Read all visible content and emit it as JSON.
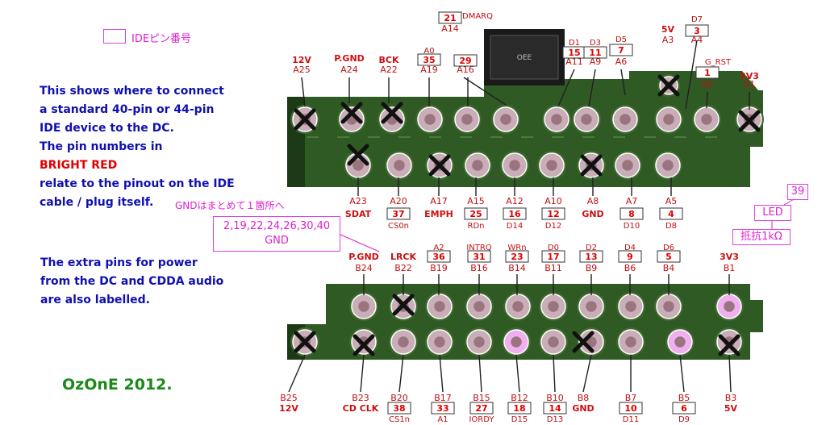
{
  "legend": {
    "label": "IDEピン番号"
  },
  "intro": {
    "lines": [
      "This shows where to connect",
      "a standard 40-pin or 44-pin",
      "IDE device to the DC.",
      "The pin numbers in",
      "BRIGHT RED",
      "relate to the pinout on the IDE",
      "cable / plug itself."
    ]
  },
  "extra": {
    "lines": [
      "The extra pins for power",
      "from the DC and CDDA audio",
      "are also labelled."
    ]
  },
  "credit": "OzOnE  2012.",
  "notes": {
    "gnd_merge": "GNDはまとめて１箇所へ",
    "gnd_pins": "2,19,22,24,26,30,40",
    "gnd_word": "GND",
    "led_pin": "39",
    "led": "LED",
    "resistor": "抵抗1kΩ"
  },
  "colors": {
    "pcb": "#2f5a24",
    "pcb_dark": "#1d3a16",
    "trace": "#4a7a3a",
    "pin_outer": "#c9aeb8",
    "pin_inner": "#9a7580",
    "pin_pink": "#f0b0f0",
    "ide_red": "#e00000",
    "signal_red": "#cc1010",
    "pink": "#e020d0",
    "blue": "#1010b0",
    "green": "#1a8a1a",
    "x_mark": "#111111"
  },
  "board_a": {
    "top_labels": [
      {
        "name": "12V",
        "pad": "A25",
        "ide": ""
      },
      {
        "name": "P.GND",
        "pad": "A24",
        "ide": ""
      },
      {
        "name": "BCK",
        "pad": "A22",
        "ide": ""
      },
      {
        "name": "A0",
        "pad": "A19",
        "ide": "35"
      },
      {
        "name": "",
        "pad": "A16",
        "ide": "29"
      },
      {
        "name": "DMARQ",
        "pad": "A14",
        "ide": "21"
      },
      {
        "name": "D1",
        "pad": "A11",
        "ide": "15"
      },
      {
        "name": "D3",
        "pad": "A9",
        "ide": "11"
      },
      {
        "name": "D5",
        "pad": "A6",
        "ide": "7"
      },
      {
        "name": "5V",
        "pad": "A3",
        "ide": ""
      },
      {
        "name": "D7",
        "pad": "A4",
        "ide": "3"
      },
      {
        "name": "G_RST",
        "pad": "A2",
        "ide": "1"
      },
      {
        "name": "3V3",
        "pad": "A1",
        "ide": ""
      }
    ],
    "bottom_labels": [
      {
        "pad": "A23",
        "name": "SDAT",
        "ide": "",
        "sig": ""
      },
      {
        "pad": "A20",
        "name": "",
        "ide": "37",
        "sig": "CS0n"
      },
      {
        "pad": "A17",
        "name": "EMPH",
        "ide": "",
        "sig": ""
      },
      {
        "pad": "A15",
        "name": "",
        "ide": "25",
        "sig": "RDn"
      },
      {
        "pad": "A12",
        "name": "",
        "ide": "16",
        "sig": "D14"
      },
      {
        "pad": "A10",
        "name": "",
        "ide": "12",
        "sig": "D12"
      },
      {
        "pad": "A8",
        "name": "GND",
        "ide": "",
        "sig": "GND"
      },
      {
        "pad": "A7",
        "name": "",
        "ide": "8",
        "sig": "D10"
      },
      {
        "pad": "A5",
        "name": "",
        "ide": "4",
        "sig": "D8"
      }
    ]
  },
  "board_b": {
    "top_labels": [
      {
        "name": "P.GND",
        "pad": "B24",
        "ide": ""
      },
      {
        "name": "LRCK",
        "pad": "B22",
        "ide": ""
      },
      {
        "name": "A2",
        "pad": "B19",
        "ide": "36"
      },
      {
        "name": "INTRQ",
        "pad": "B16",
        "ide": "31"
      },
      {
        "name": "WRn",
        "pad": "B14",
        "ide": "23"
      },
      {
        "name": "D0",
        "pad": "B11",
        "ide": "17"
      },
      {
        "name": "D2",
        "pad": "B9",
        "ide": "13"
      },
      {
        "name": "D4",
        "pad": "B6",
        "ide": "9"
      },
      {
        "name": "D6",
        "pad": "B4",
        "ide": "5"
      },
      {
        "name": "3V3",
        "pad": "B1",
        "ide": ""
      }
    ],
    "bottom_labels": [
      {
        "pad": "B25",
        "name": "12V",
        "ide": "",
        "sig": ""
      },
      {
        "pad": "B23",
        "name": "CD  CLK",
        "ide": "",
        "sig": ""
      },
      {
        "pad": "B20",
        "name": "",
        "ide": "38",
        "sig": "CS1n"
      },
      {
        "pad": "B17",
        "name": "",
        "ide": "33",
        "sig": "A1"
      },
      {
        "pad": "B15",
        "name": "",
        "ide": "27",
        "sig": "IORDY"
      },
      {
        "pad": "B12",
        "name": "",
        "ide": "18",
        "sig": "D15"
      },
      {
        "pad": "B10",
        "name": "",
        "ide": "14",
        "sig": "D13"
      },
      {
        "pad": "B8",
        "name": "GND",
        "ide": "",
        "sig": ""
      },
      {
        "pad": "B7",
        "name": "",
        "ide": "10",
        "sig": "D11"
      },
      {
        "pad": "B5",
        "name": "",
        "ide": "6",
        "sig": "D9"
      },
      {
        "pad": "B3",
        "name": "5V",
        "ide": "",
        "sig": ""
      }
    ]
  },
  "chip": {
    "marking": "OEE"
  }
}
